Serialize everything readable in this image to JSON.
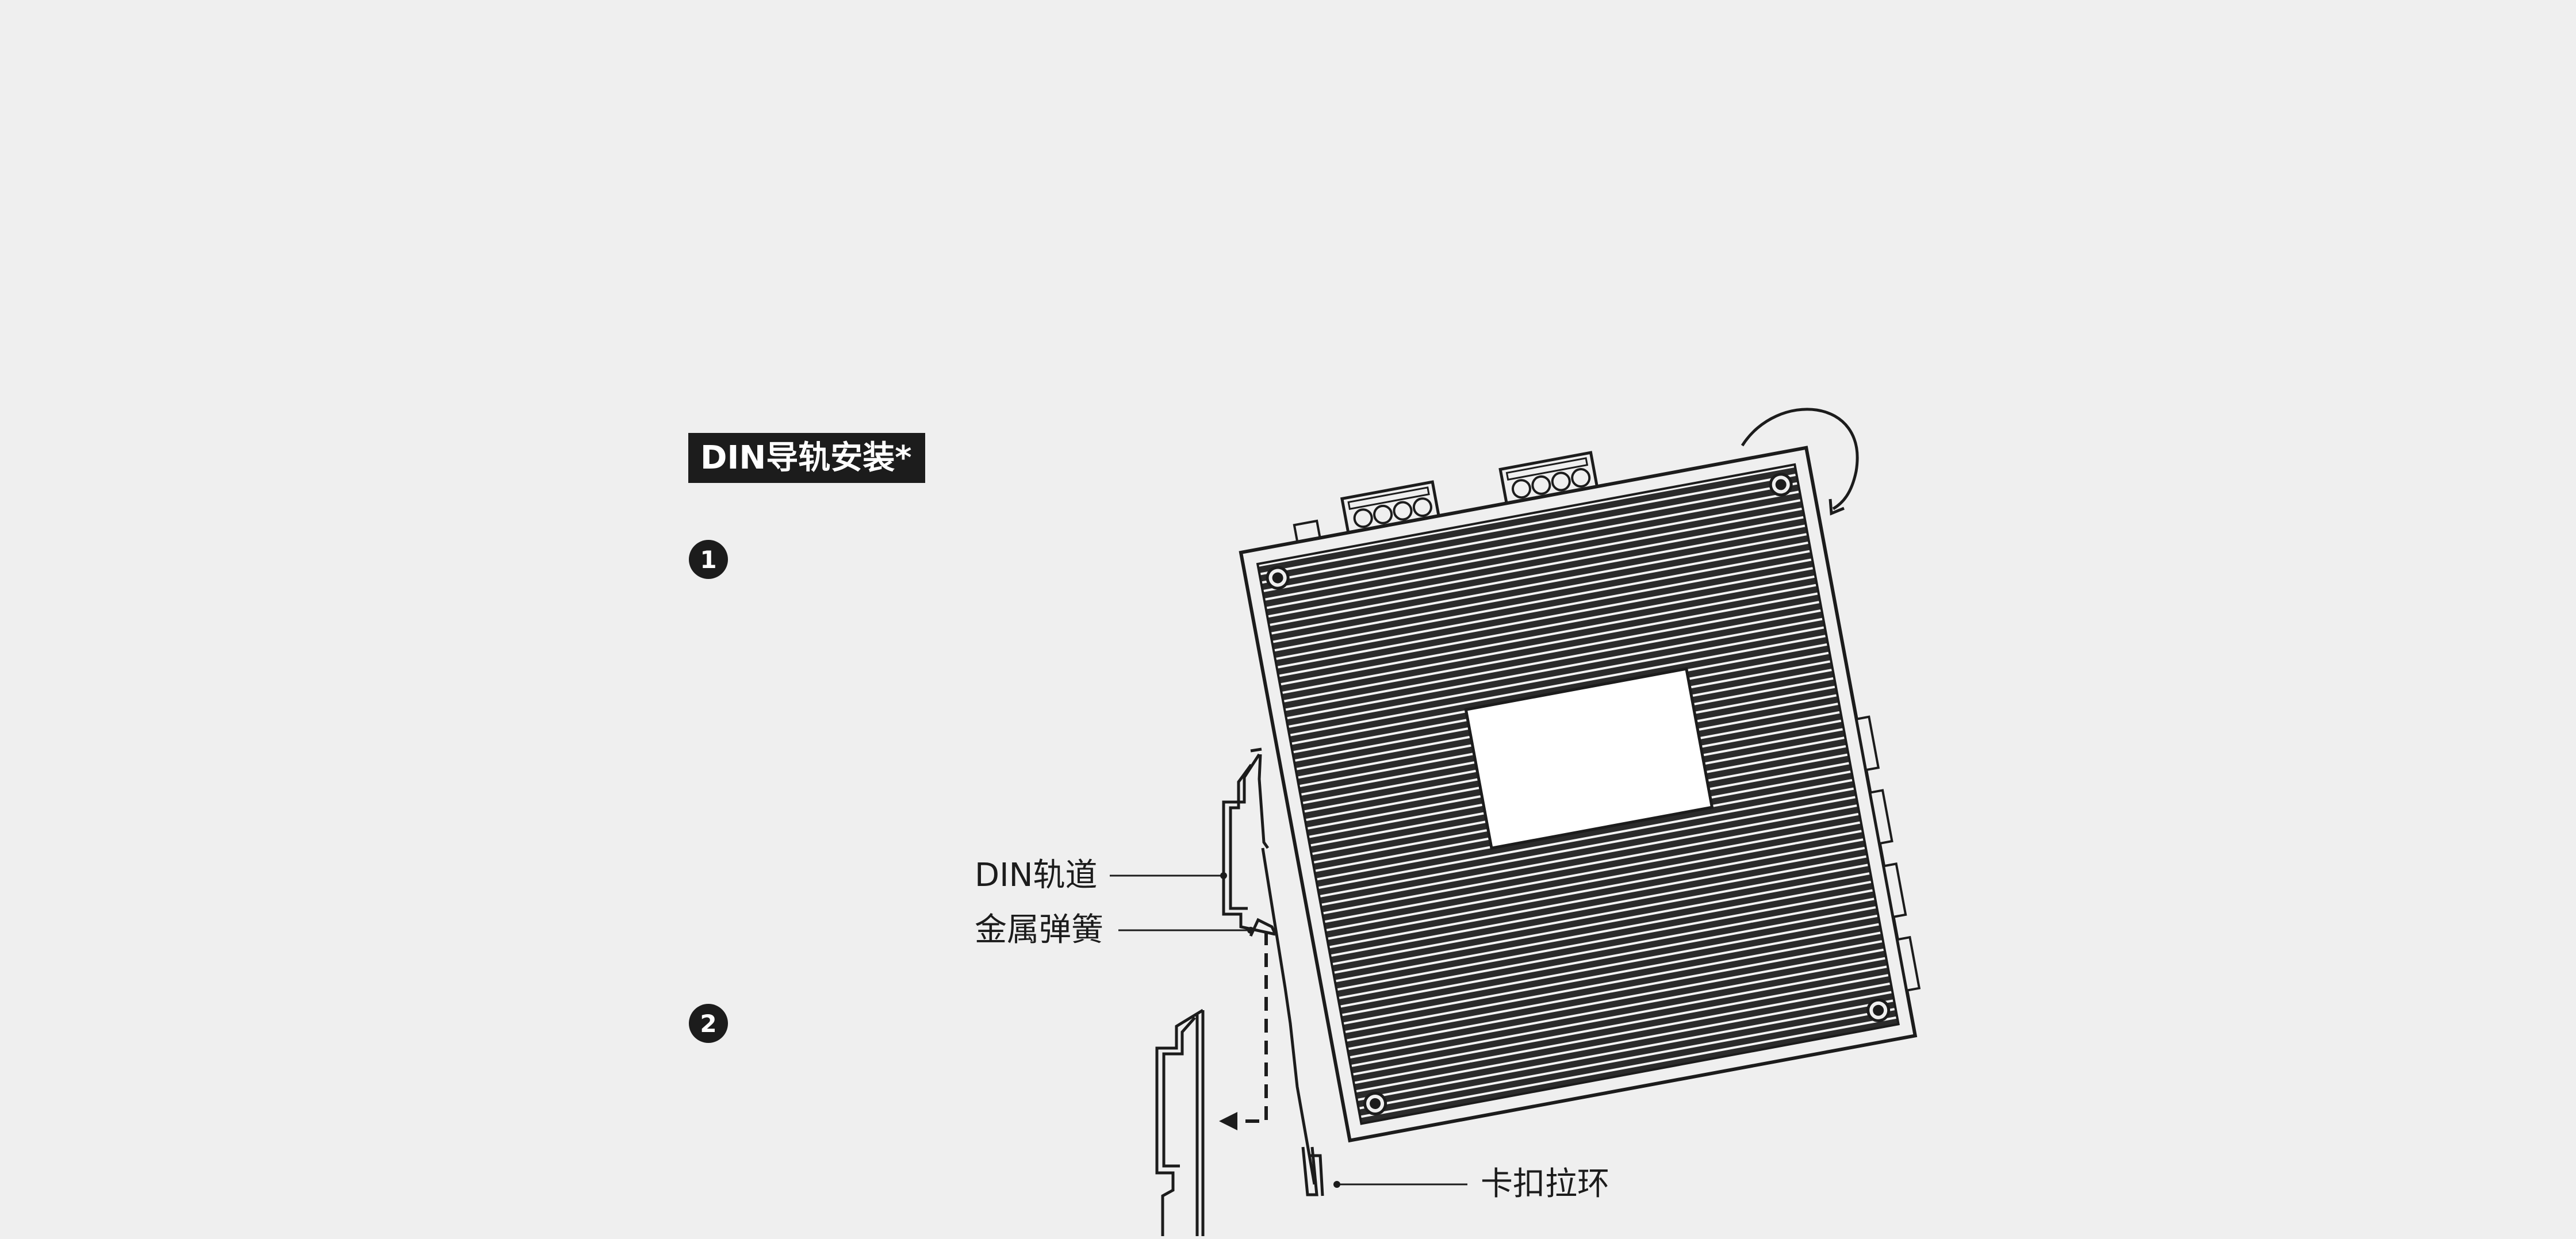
{
  "title": "DIN导轨安装*",
  "steps": [
    "1",
    "2"
  ],
  "labels": {
    "din_rail": "DIN轨道",
    "metal_spring": "金属弹簧",
    "latch_ring": "卡扣拉环"
  },
  "colors": {
    "background": "#efefef",
    "ink": "#1c1c1c",
    "fin_dark": "#2b2b2b",
    "label_plate": "#ffffff"
  },
  "icons": [
    "rotate-arrow-icon",
    "dashed-arrow-icon"
  ]
}
